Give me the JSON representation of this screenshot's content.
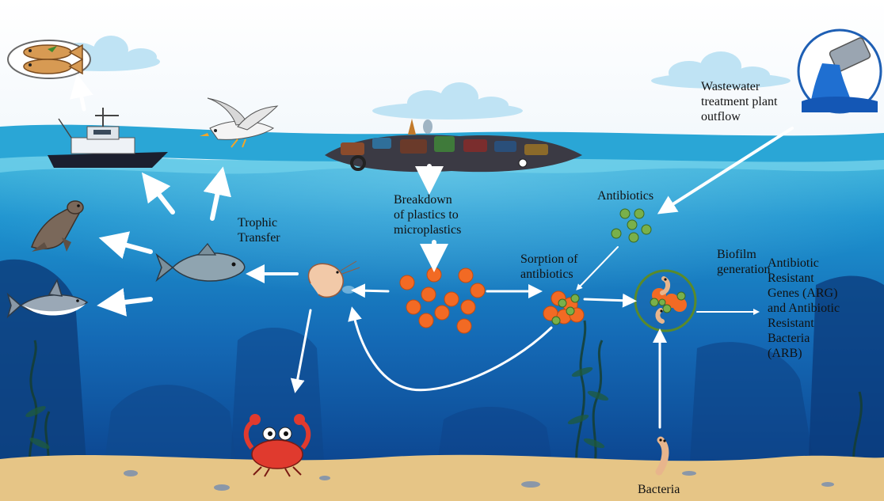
{
  "labels": {
    "wastewater": [
      "Wastewater",
      "treatment plant",
      "outflow"
    ],
    "breakdown": [
      "Breakdown",
      "of plastics to",
      "microplastics"
    ],
    "antibiotics": "Antibiotics",
    "trophic": [
      "Trophic",
      "Transfer"
    ],
    "sorption": [
      "Sorption of",
      "antibiotics"
    ],
    "biofilm": [
      "Biofilm",
      "generation"
    ],
    "arg": [
      "Antibiotic",
      "Resistant",
      "Genes (ARG)",
      "and Antibiotic",
      "Resistant",
      "Bacteria",
      "(ARB)"
    ],
    "bacteria": "Bacteria"
  },
  "icons": {
    "pipe": "wastewater-pipe-icon",
    "fish_plate": "fish-plate-icon",
    "boat": "fishing-boat-icon",
    "seagull": "seagull-icon",
    "plastic": "plastic-garbage-patch-icon",
    "seal": "sea-lion-icon",
    "shark": "shark-icon",
    "fish": "fish-icon",
    "shrimp": "shrimp-icon",
    "crab": "crab-icon",
    "bacterium": "bacterium-icon"
  },
  "colors": {
    "microplastic": "#f26a24",
    "antibiotic": "#7bb04a",
    "biofilm_ring": "#5a8a2a",
    "water_top": "#3fb4d9",
    "water_deep": "#0b3f86",
    "sand": "#e8c88c",
    "arrow": "#ffffff"
  }
}
